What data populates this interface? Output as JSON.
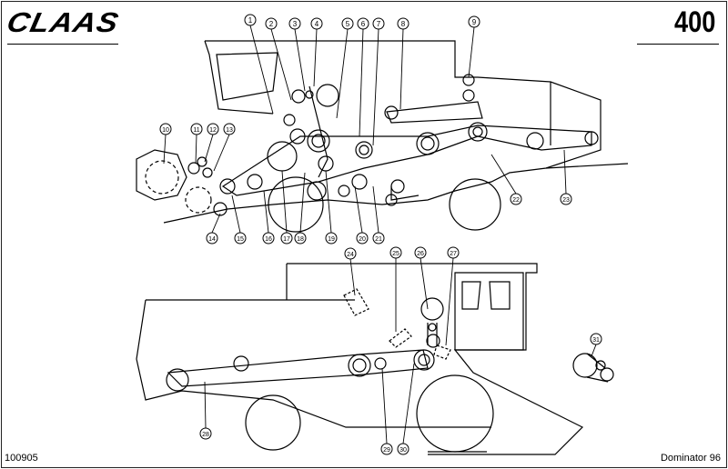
{
  "header": {
    "brand": "CLAAS",
    "page_number": "400"
  },
  "footer": {
    "document_number": "100905",
    "model": "Dominator 96"
  },
  "callouts": [
    "1",
    "2",
    "3",
    "4",
    "5",
    "6",
    "7",
    "8",
    "9",
    "10",
    "11",
    "12",
    "13",
    "14",
    "15",
    "16",
    "17",
    "18",
    "19",
    "20",
    "21",
    "22",
    "23",
    "24",
    "25",
    "26",
    "27",
    "28",
    "29",
    "30",
    "31"
  ]
}
